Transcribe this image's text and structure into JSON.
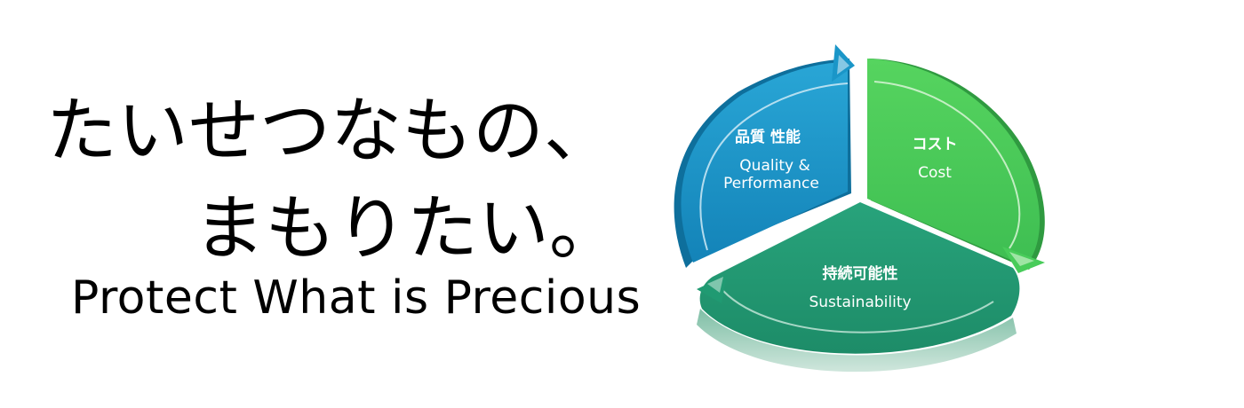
{
  "headline": {
    "line1": "たいせつなもの、",
    "line2": "まもりたい。",
    "english": "Protect What is Precious"
  },
  "cycle": {
    "segments": [
      {
        "id": "quality",
        "label_jp": "品質 性能",
        "label_en_1": "Quality &",
        "label_en_2": "Performance",
        "color": "#1a96c8"
      },
      {
        "id": "cost",
        "label_jp": "コスト",
        "label_en_1": "Cost",
        "color": "#48cc5a"
      },
      {
        "id": "sustainability",
        "label_jp": "持続可能性",
        "label_en_1": "Sustainability",
        "color": "#209a72"
      }
    ]
  }
}
